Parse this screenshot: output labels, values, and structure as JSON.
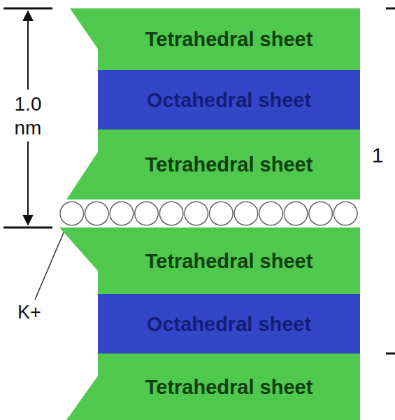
{
  "diagram": {
    "nodes": [
      {
        "text": [
          "Tetrahedral sheet"
        ]
      },
      {
        "text": [
          "Octahedral sheet"
        ]
      },
      {
        "text": [
          "Tetrahedral sheet"
        ]
      },
      {
        "text": [
          "Tetrahedral sheet"
        ]
      },
      {
        "text": [
          "Octahedral sheet"
        ]
      },
      {
        "text": [
          "Tetrahedral sheet"
        ]
      }
    ],
    "labels": [
      "1.0 nm",
      "K+",
      "1"
    ]
  }
}
